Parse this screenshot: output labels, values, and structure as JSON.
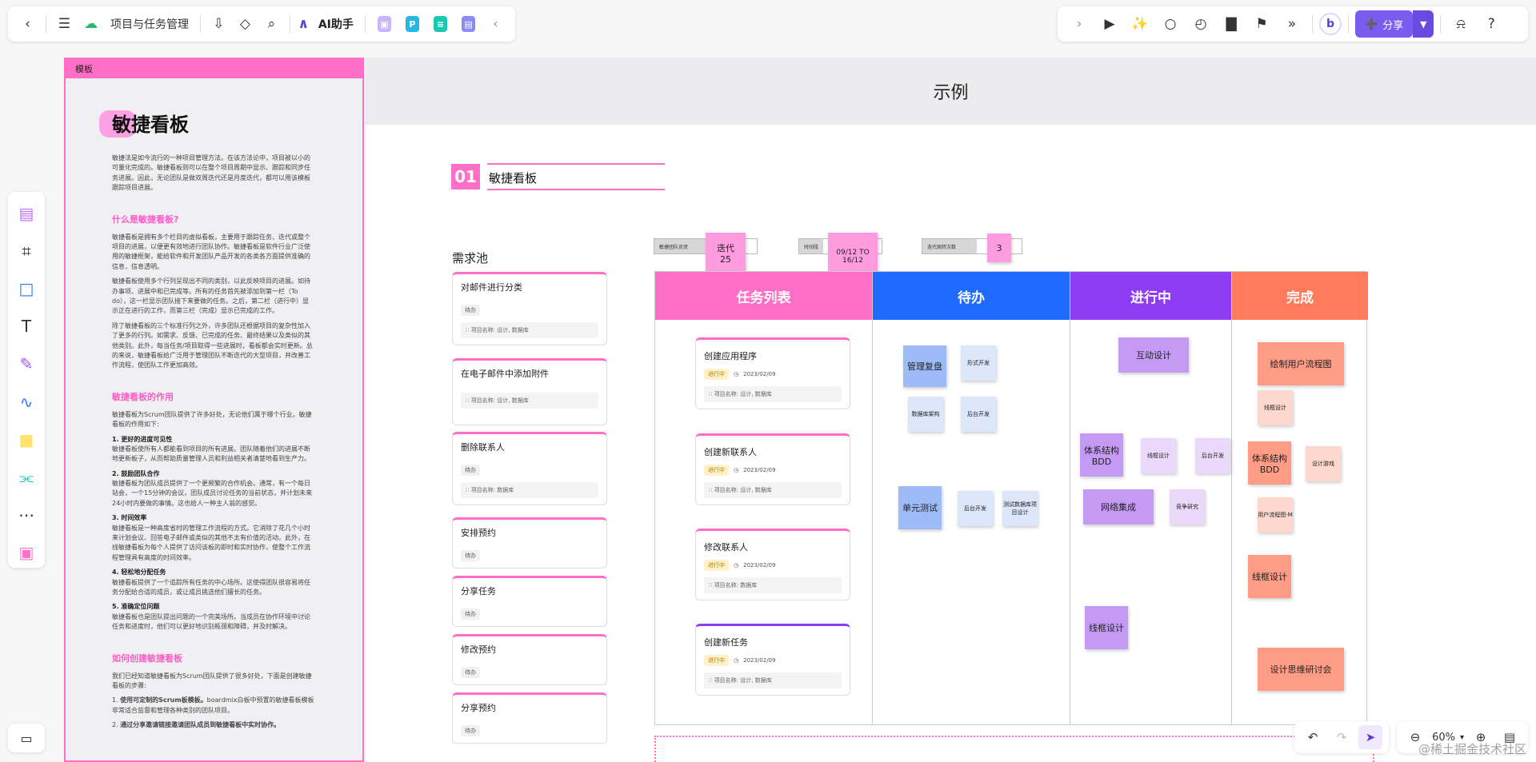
{
  "toolbar": {
    "project_name": "项目与任务管理",
    "ai_label": "AI助手",
    "share_label": "分享",
    "avatar_letter": "b",
    "icons": [
      "back-icon",
      "menu-icon",
      "cloud-icon",
      "download-icon",
      "tag-icon",
      "search-icon",
      "play-icon",
      "celebrate-icon",
      "comment-icon",
      "timer-icon",
      "chart-icon",
      "flag-icon",
      "more-icon",
      "bell-icon",
      "help-icon"
    ]
  },
  "template_panel": {
    "tab": "模板",
    "title": "敏捷看板",
    "intro": "敏捷法是如今流行的一种项目管理方法。在该方法论中，项目被以小的可量化完成的。敏捷看板则可以在整个项目周期中显示、跟踪和同步任务进展。因此，无论团队是做双周迭代还是月度迭代，都可以用该模板跟踪项目进展。",
    "h1": "什么是敏捷看板?",
    "p1": "敏捷看板是拥有多个栏目的虚拟看板，主要用于跟踪任务、迭代或整个项目的进展，以便更有效地进行团队协作。敏捷看板是软件行业广泛使用的敏捷框架，能给软件和开发团队产品开发的各类各方面提供准确的信息，信息透明。",
    "p2": "敏捷看板使用多个行列呈现出不同的类别，以此反映项目的进展。如待办事项、进展中和已完成等。所有的任务首先被添加到第一栏（To do），这一栏显示团队接下来要做的任务。之后，第二栏（进行中）显示正在进行的工作，而第三栏（完成）显示已完成的工作。",
    "p3": "除了敏捷看板的三个标准行列之外，许多团队还根据项目的复杂性加入了更多的行列。如需求、反馈、已完成的任务、最终结果以及类似的其他类别。此外，每当任务/项目取得一些进展时，看板都会实时更新。总的来说，敏捷看板给广泛用于管理团队不断迭代的大型项目，并改善工作流程，使团队工作更加高效。",
    "h2": "敏捷看板的作用",
    "p4": "敏捷看板为Scrum团队提供了许多好处，无论他们属于哪个行业。敏捷看板的作用如下:",
    "b1": "1. 更好的进度可见性",
    "p5": "敏捷看板使所有人都能看到项目的所有进展。团队随着他们的进展不断地更新板子，从而帮助质量管理人员和利益相关者清楚地看到生产力。",
    "b2": "2. 鼓励团队合作",
    "p6": "敏捷看板为团队成员提供了一个更频繁的合作机会。通常，有一个每日站会，一个15分钟的会议，团队成员讨论任务的当前状态，并计划未来24小时内要做的事情。这也给人一种主人翁的感觉。",
    "b3": "3. 时间效率",
    "p7": "敏捷看板是一种高度省时的管理工作流程的方式。它消除了花几个小时来计划会议、回答电子邮件或类似的其他不太有价值的活动。此外，在线敏捷看板为每个人提供了访问该板的即时和实时协作，使整个工作流程管理具有高度的时间效率。",
    "b4": "4. 轻松地分配任务",
    "p8": "敏捷看板提供了一个追踪所有任务的中心场所。这使得团队很容易将任务分配给合适的成员，或让成员挑选他们擅长的任务。",
    "b5": "5. 准确定位问题",
    "p9": "敏捷看板也是团队提出问题的一个完美场所。当成员在协作环境中讨论任务和进度时，他们可以更好地识别瓶颈和障碍，并及时解决。",
    "h3": "如何创建敏捷看板",
    "p10": "我们已经知道敏捷看板为Scrum团队提供了很多好处，下面是创建敏捷看板的步骤:",
    "s1b": "使用可定制的Scrum板模板。",
    "s1": "boardmix白板中预置的敏捷看板模板非常适合监督和管理各种类别的团队项目。",
    "s2b": "通过分享邀请链接邀请团队成员到敏捷看板中实时协作。"
  },
  "canvas": {
    "example_title": "示例",
    "section_no": "01",
    "section_title": "敏捷看板",
    "backlog_title": "需求池",
    "info": [
      {
        "label": "敏捷团队员资",
        "sticky": "迭代\n25"
      },
      {
        "label": "时间段",
        "sticky": "09/12 TO\n16/12"
      },
      {
        "label": "迭代周转次数",
        "sticky": "3"
      }
    ],
    "backlog": [
      {
        "title": "对邮件进行分类",
        "tag": "待办",
        "meta": "项目名称: 设计, 数据库"
      },
      {
        "title": "在电子邮件中添加附件",
        "tag": "",
        "meta": "项目名称: 设计, 数据库"
      },
      {
        "title": "删除联系人",
        "tag": "待办",
        "meta": "项目名称: 数据库"
      },
      {
        "title": "安排预约",
        "tag": "待办",
        "meta": ""
      },
      {
        "title": "分享任务",
        "tag": "待办",
        "meta": ""
      },
      {
        "title": "修改预约",
        "tag": "待办",
        "meta": ""
      },
      {
        "title": "分享预约",
        "tag": "待办",
        "meta": ""
      }
    ],
    "columns": [
      {
        "title": "任务列表",
        "color": "#ff6ec7"
      },
      {
        "title": "待办",
        "color": "#1f6bff"
      },
      {
        "title": "进行中",
        "color": "#8e3df5"
      },
      {
        "title": "完成",
        "color": "#ff7b5c"
      }
    ],
    "tasks": [
      {
        "title": "创建应用程序",
        "status": "进行中",
        "date": "2023/02/09",
        "meta": "项目名称: 设计, 数据库"
      },
      {
        "title": "创建新联系人",
        "status": "进行中",
        "date": "2023/02/09",
        "meta": "项目名称: 设计, 数据库"
      },
      {
        "title": "修改联系人",
        "status": "进行中",
        "date": "2023/02/09",
        "meta": "项目名称: 数据库"
      },
      {
        "title": "创建新任务",
        "status": "进行中",
        "date": "2023/02/09",
        "meta": "项目名称: 设计, 数据库"
      }
    ],
    "todo_notes": [
      "管理复盘",
      "形式开发",
      "数据库架构",
      "后台开发",
      "单元测试",
      "后台开发",
      "测试数据库项目设计"
    ],
    "doing_notes": [
      "互动设计",
      "体系结构BDD",
      "线框设计",
      "后台开发",
      "网络集成",
      "竞争研究",
      "线框设计"
    ],
    "done_notes": [
      "绘制用户流程图",
      "线框设计",
      "体系结构BDD",
      "设计游戏",
      "用户流程图-M",
      "线框设计",
      "设计思维研讨会"
    ],
    "note_colors": {
      "todo_dark": "#9dbcf7",
      "todo_light": "#dde7fb",
      "doing_dark": "#c59af5",
      "doing_light": "#ead9fb",
      "done_dark": "#ff9c86",
      "done_light": "#fcd8cf"
    }
  },
  "bottom": {
    "zoom": "60%",
    "watermark": "@稀土掘金技术社区"
  }
}
